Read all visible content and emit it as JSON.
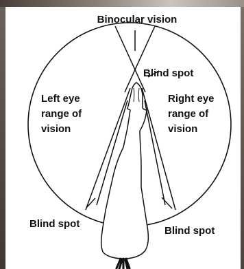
{
  "diagram": {
    "labels": {
      "binocular": "Binocular vision",
      "blind_spot_front": "Blind spot",
      "left_range": [
        "Left eye",
        "range of",
        "vision"
      ],
      "right_range": [
        "Right eye",
        "range of",
        "vision"
      ],
      "blind_spot_left": "Blind spot",
      "blind_spot_right": "Blind spot"
    },
    "colors": {
      "ink": "#111111",
      "background": "#ffffff",
      "frame": "#5e5650"
    }
  }
}
